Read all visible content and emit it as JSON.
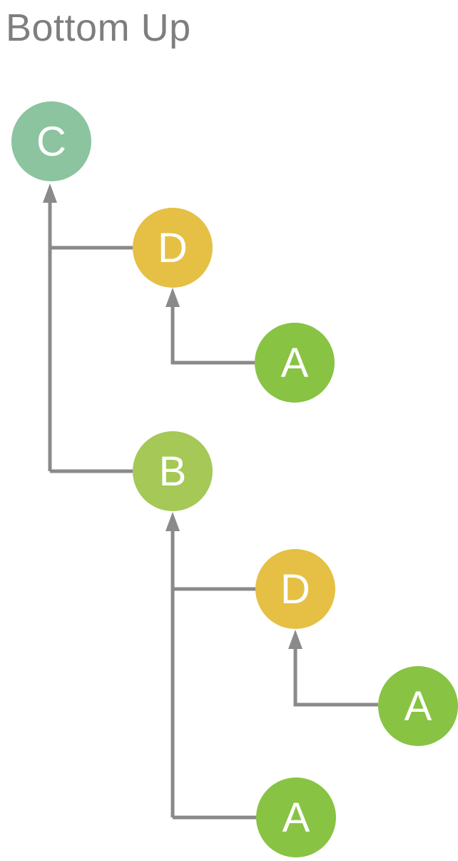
{
  "title": "Bottom Up",
  "colors": {
    "node_a": "#88C344",
    "node_b": "#A5C857",
    "node_c": "#8BC49E",
    "node_d": "#E5C044",
    "node_label": "#FFFFFF",
    "connector": "#8A8A8A",
    "title_text": "#7E7E7E",
    "background": "#FFFFFF"
  },
  "diagram": {
    "type": "tree",
    "direction": "bottom-up",
    "arrow_meaning": "child points up to parent",
    "nodes": [
      {
        "id": "c",
        "label": "C",
        "color": "#8BC49E"
      },
      {
        "id": "d1",
        "label": "D",
        "color": "#E5C044"
      },
      {
        "id": "a1",
        "label": "A",
        "color": "#88C344"
      },
      {
        "id": "b",
        "label": "B",
        "color": "#A5C857"
      },
      {
        "id": "d2",
        "label": "D",
        "color": "#E5C044"
      },
      {
        "id": "a2",
        "label": "A",
        "color": "#88C344"
      },
      {
        "id": "a3",
        "label": "A",
        "color": "#88C344"
      }
    ],
    "edges": [
      {
        "from": "d1",
        "to": "c"
      },
      {
        "from": "b",
        "to": "c"
      },
      {
        "from": "a1",
        "to": "d1"
      },
      {
        "from": "d2",
        "to": "b"
      },
      {
        "from": "a3",
        "to": "b"
      },
      {
        "from": "a2",
        "to": "d2"
      }
    ]
  }
}
